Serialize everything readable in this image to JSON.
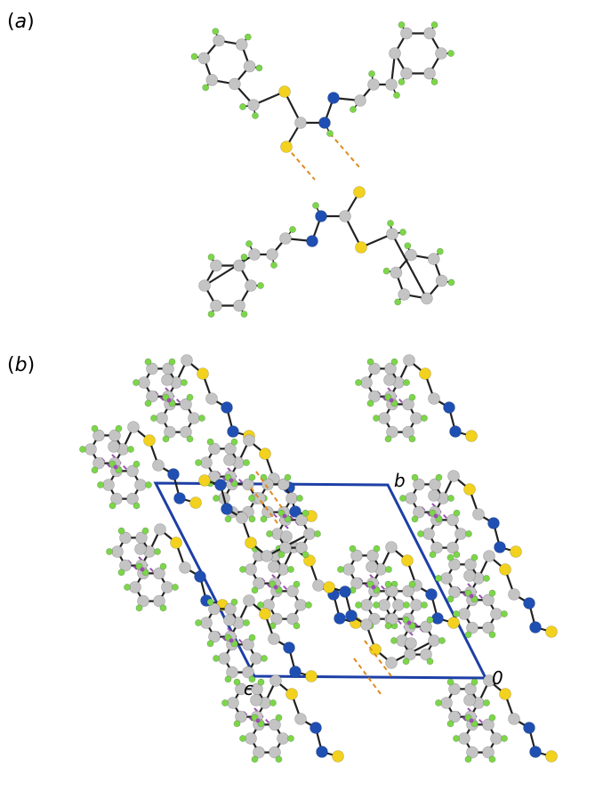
{
  "panels": {
    "a": {
      "label_open": "(",
      "label_letter": "a",
      "label_close": ")"
    },
    "b": {
      "label_open": "(",
      "label_letter": "b",
      "label_close": ")"
    }
  },
  "axes": {
    "b": "b",
    "c": "c",
    "origin": "0"
  },
  "colors": {
    "carbon": "#c4c4c4",
    "hydrogen": "#7cd64a",
    "nitrogen": "#1f4fb3",
    "sulfur": "#f2d21e",
    "bond": "#222222",
    "hbond": "#e08a1e",
    "pistack": "#9a4fb0",
    "cell": "#1d3fa6"
  }
}
